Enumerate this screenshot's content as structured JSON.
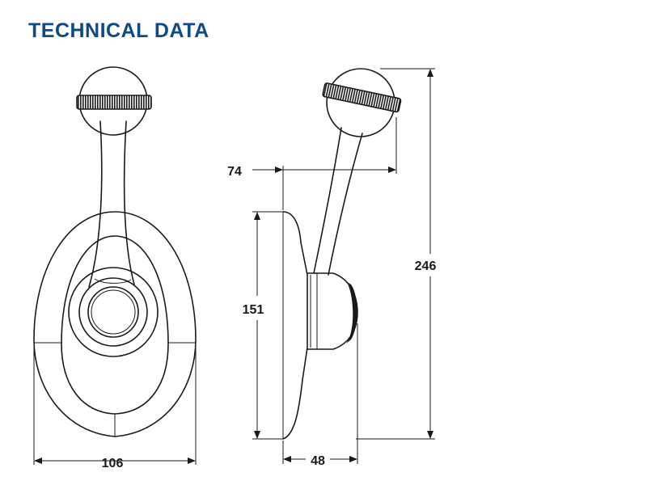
{
  "heading": {
    "text": "TECHNICAL DATA",
    "color": "#0d4a8a"
  },
  "dimensions": {
    "front_width": "106",
    "side_lever_reach": "74",
    "side_base_height": "151",
    "side_overall_height": "246",
    "side_depth": "48"
  },
  "colors": {
    "line": "#1a1a1a",
    "text": "#1a1a1a"
  }
}
